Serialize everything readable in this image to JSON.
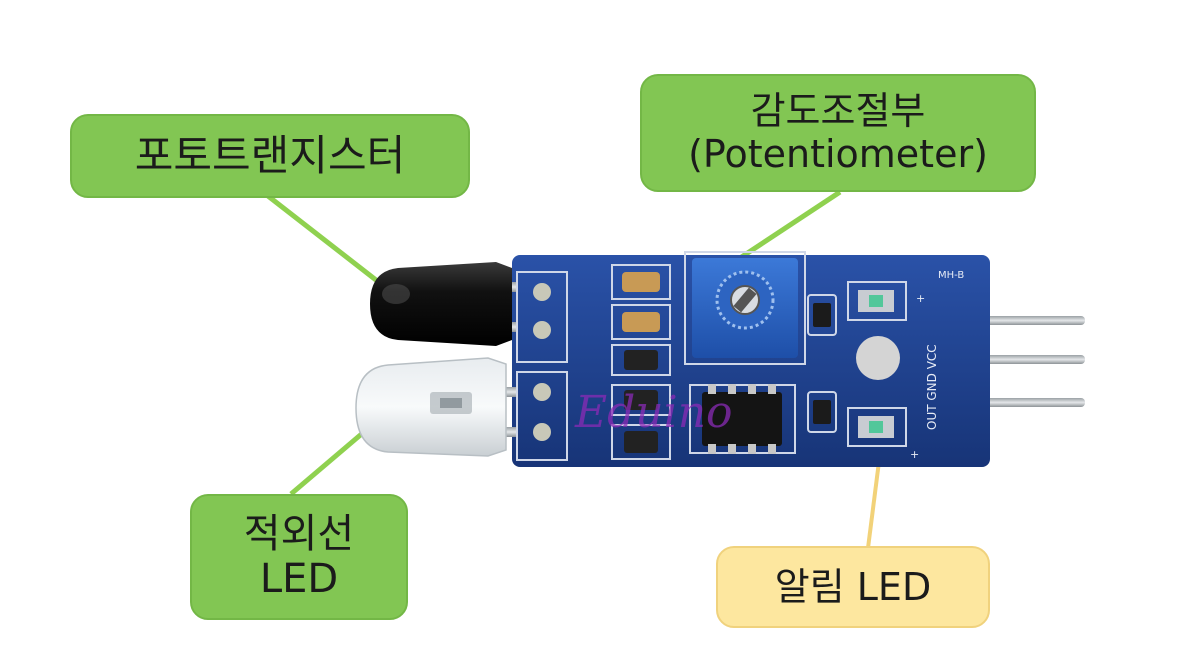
{
  "labels": {
    "phototransistor": {
      "line1": "포토트랜지스터"
    },
    "potentiometer": {
      "line1": "감도조절부",
      "line2": "(Potentiometer)"
    },
    "ir_led": {
      "line1": "적외선",
      "line2": "LED"
    },
    "alarm_led": {
      "line1": "알림 LED"
    }
  },
  "board": {
    "model": "MH-B",
    "pins": "OUT GND VCC",
    "watermark": "Eduino"
  },
  "colors": {
    "label_green": "#82c653",
    "label_yellow": "#fde79f",
    "leader_green": "#8fd14f",
    "leader_yellow": "#f2d279",
    "pcb_blue": "#1e3f8f"
  }
}
